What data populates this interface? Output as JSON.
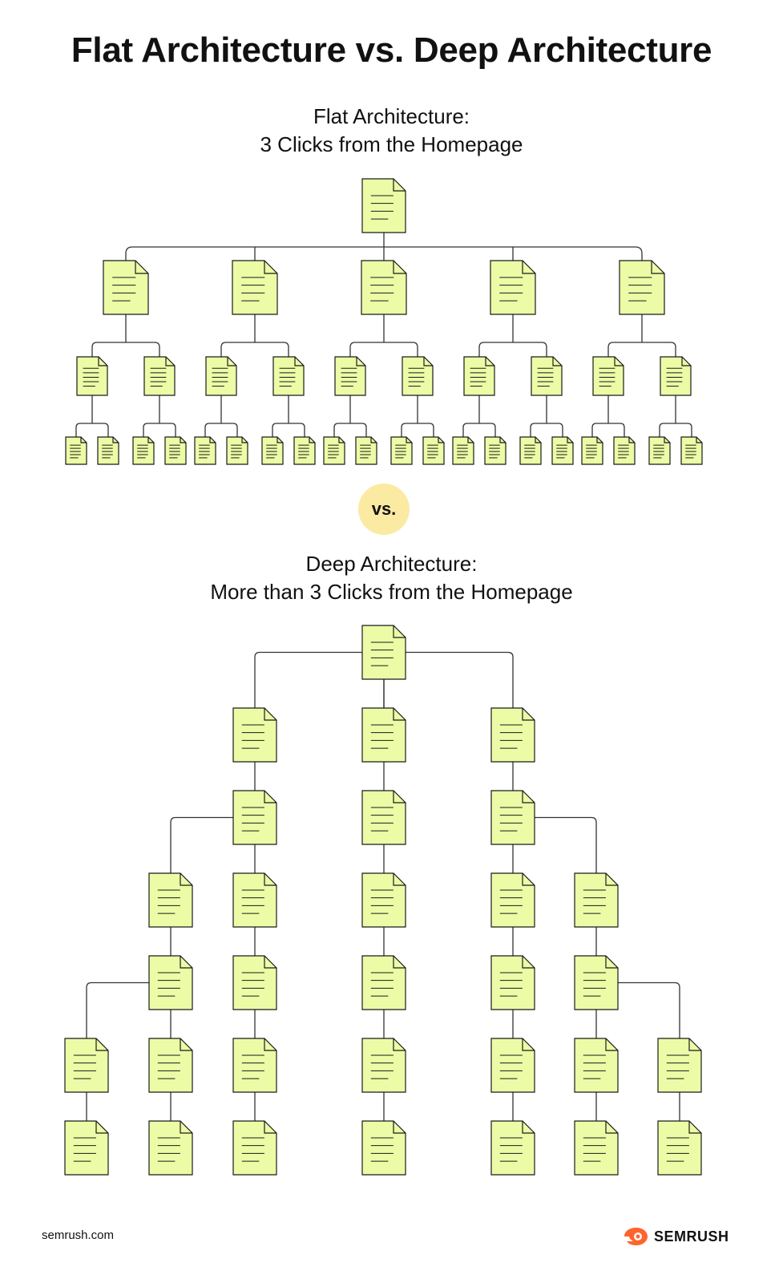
{
  "title": "Flat Architecture vs. Deep Architecture",
  "flat": {
    "heading_line1": "Flat Architecture:",
    "heading_line2": "3 Clicks from the Homepage"
  },
  "vs_label": "vs.",
  "deep": {
    "heading_line1": "Deep Architecture:",
    "heading_line2": "More than 3 Clicks from the Homepage"
  },
  "footer": {
    "site": "semrush.com",
    "brand": "SEMRUSH"
  },
  "colors": {
    "page_fill": "#ecfca6",
    "page_stroke": "#1a1a1a",
    "connector": "#333333",
    "vs_badge": "#fbeaa2",
    "brand_orange": "#ff642d"
  }
}
